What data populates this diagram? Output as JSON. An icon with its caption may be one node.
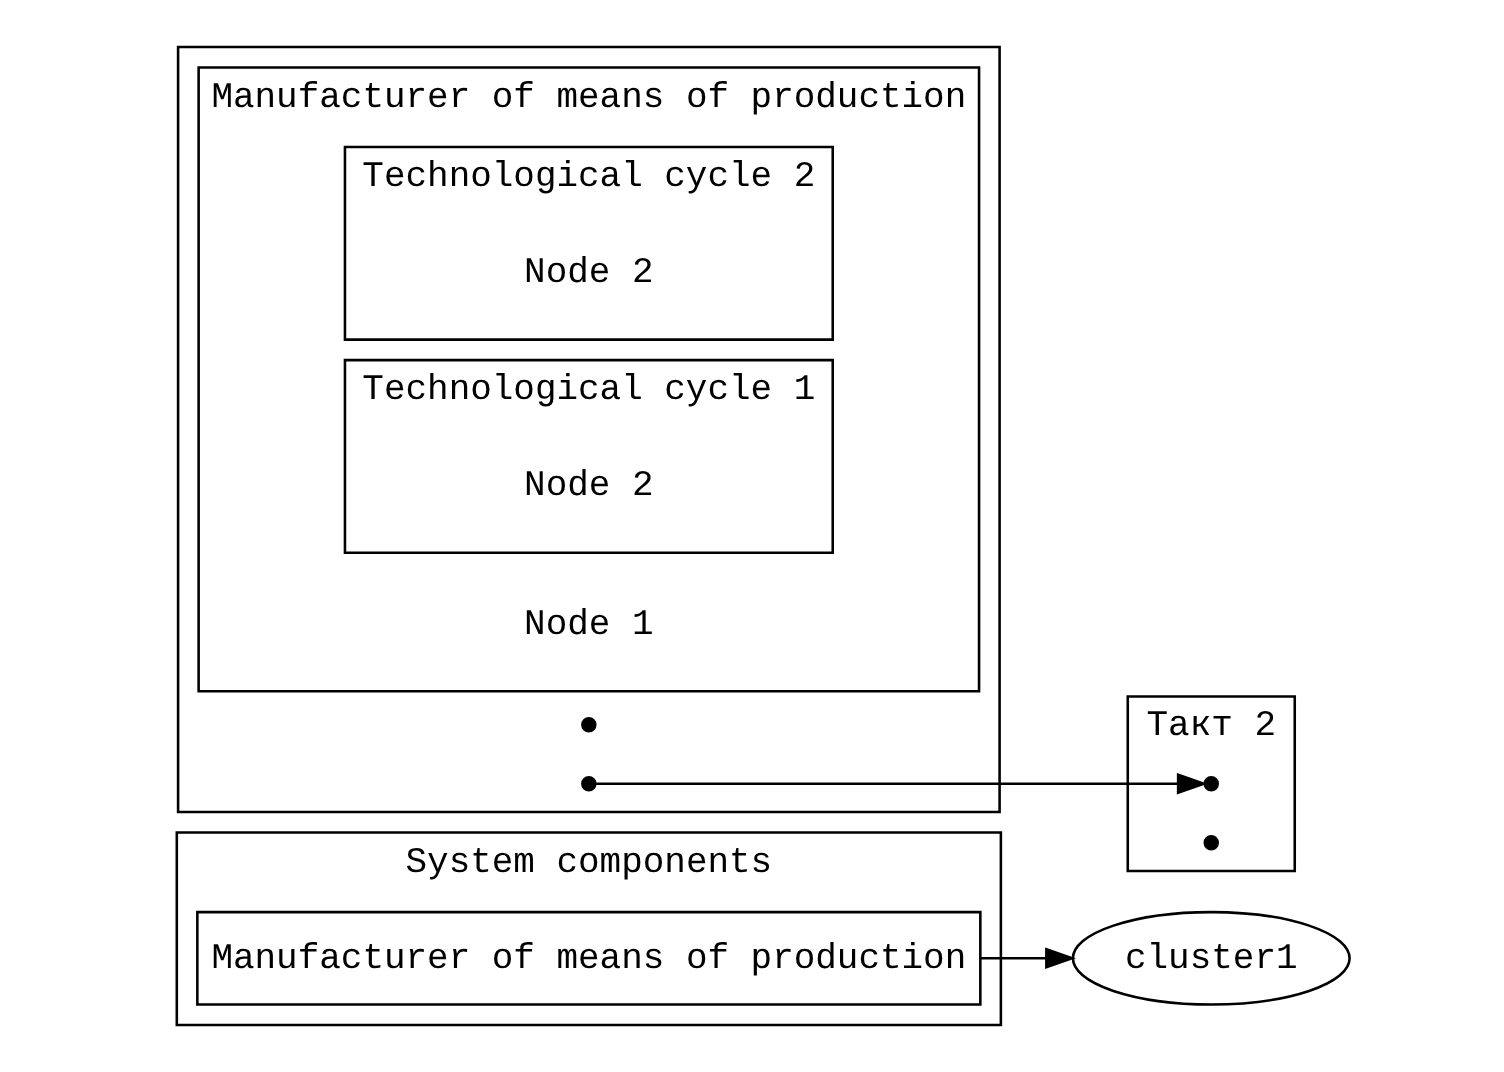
{
  "diagram": {
    "nodes": [
      {
        "text": [],
        "shape": "box"
      },
      {
        "text": [
          "Manufacturer of means of production"
        ],
        "in": 0
      },
      {
        "text": [
          "Technological cycle 2"
        ],
        "in": 1
      },
      {
        "text": [
          "Node 2"
        ],
        "in": 2
      },
      {
        "text": [
          "Technological cycle 1"
        ],
        "in": 1
      },
      {
        "text": [
          "Node 2"
        ],
        "in": 4
      },
      {
        "text": [
          "Node 1"
        ],
        "in": 1
      },
      {
        "text": [],
        "shape": "dot",
        "in": 0
      },
      {
        "text": [],
        "shape": "dot",
        "in": 0
      },
      {
        "text": [
          "Такт 2"
        ]
      },
      {
        "text": [],
        "shape": "dot",
        "in": 9
      },
      {
        "text": [],
        "shape": "dot",
        "in": 9
      },
      {
        "text": [
          "System components"
        ]
      },
      {
        "text": [
          "Manufacturer of means of production"
        ],
        "in": 12
      },
      {
        "text": [
          "cluster1"
        ]
      }
    ],
    "edges": [
      {
        "from": 8,
        "to": 10,
        "arrow": "to"
      },
      {
        "from": 13,
        "to": 14,
        "arrow": "to"
      }
    ]
  }
}
